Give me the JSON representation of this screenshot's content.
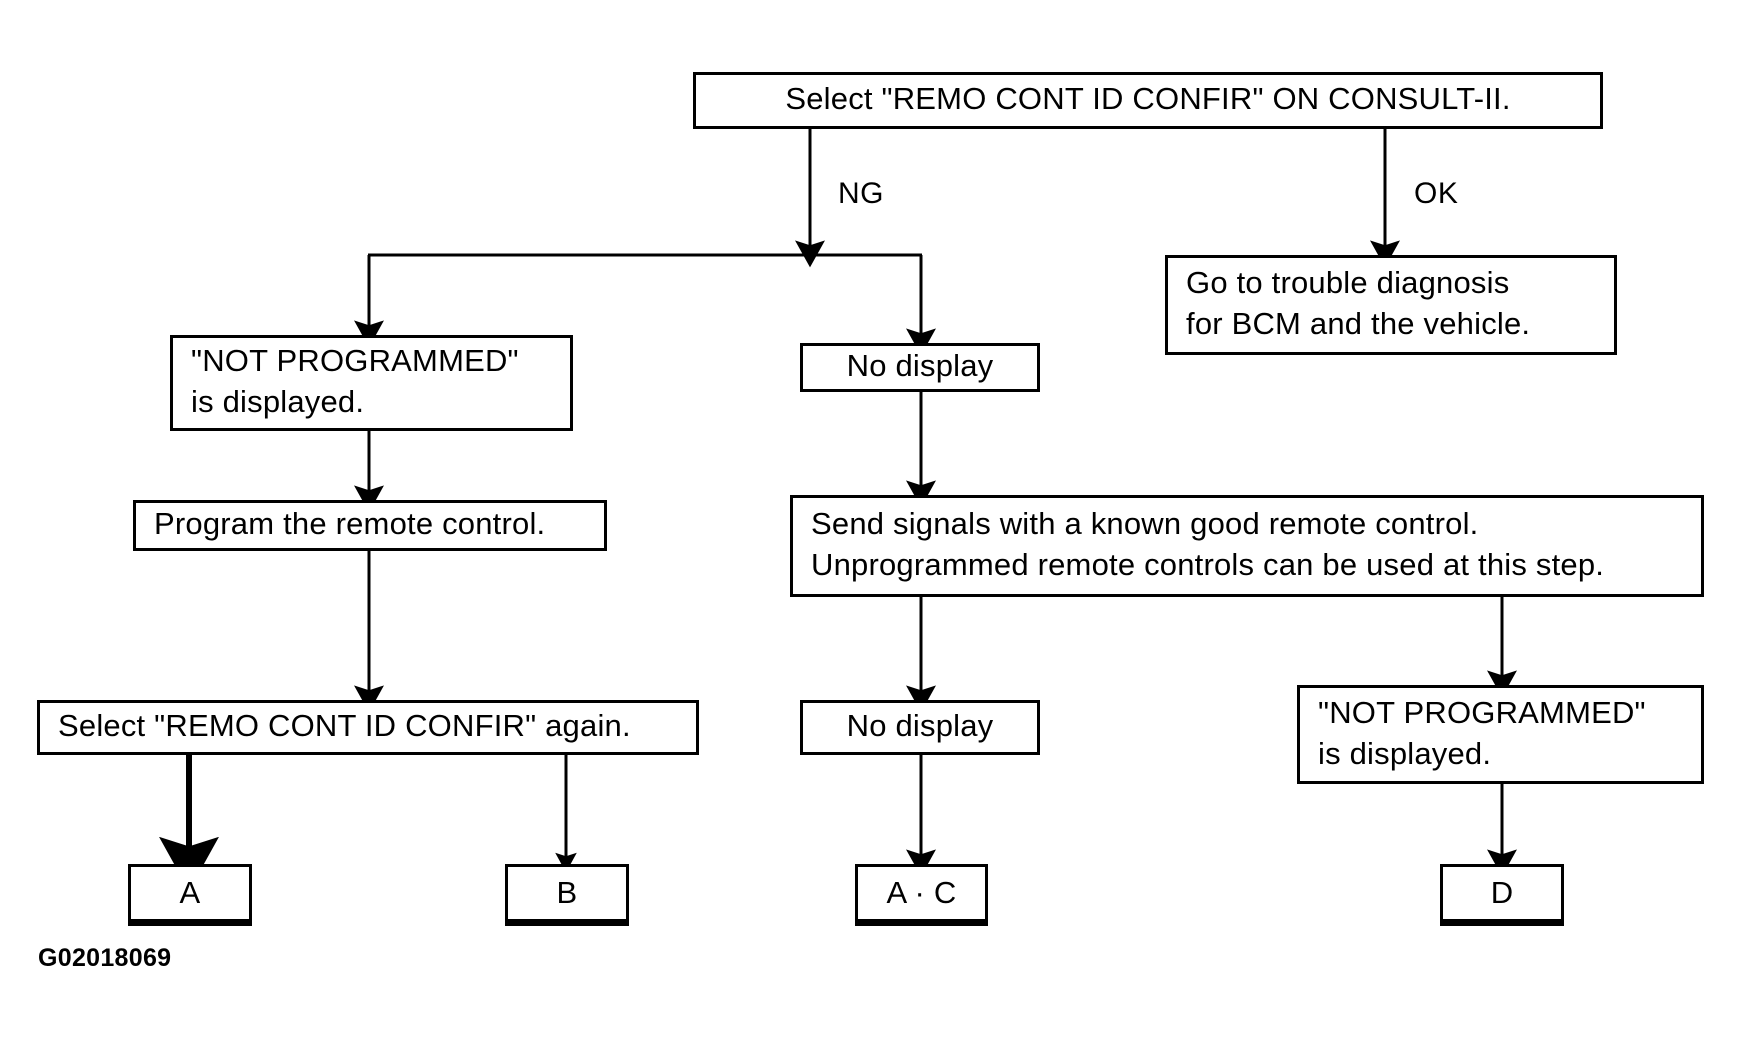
{
  "diagram": {
    "title_code": "G02018069",
    "nodes": {
      "start": "Select \"REMO CONT ID CONFIR\" ON CONSULT-II.",
      "not_programmed_left": "\"NOT PROGRAMMED\"\nis displayed.",
      "no_display_upper": "No display",
      "go_to_trouble_diagnosis": "Go to trouble diagnosis\nfor BCM and the vehicle.",
      "program_remote": "Program the remote control.",
      "send_signals": "Send signals with a known good remote control.\nUnprogrammed remote controls can be used at this step.",
      "select_again": "Select \"REMO CONT ID CONFIR\" again.",
      "no_display_lower": "No display",
      "not_programmed_right": "\"NOT PROGRAMMED\"\nis displayed.",
      "terminal_a": "A",
      "terminal_b": "B",
      "terminal_ac": "A · C",
      "terminal_d": "D"
    },
    "edge_labels": {
      "ng": "NG",
      "ok": "OK"
    },
    "colors": {
      "line": "#000000",
      "background": "#ffffff",
      "text": "#000000"
    }
  }
}
